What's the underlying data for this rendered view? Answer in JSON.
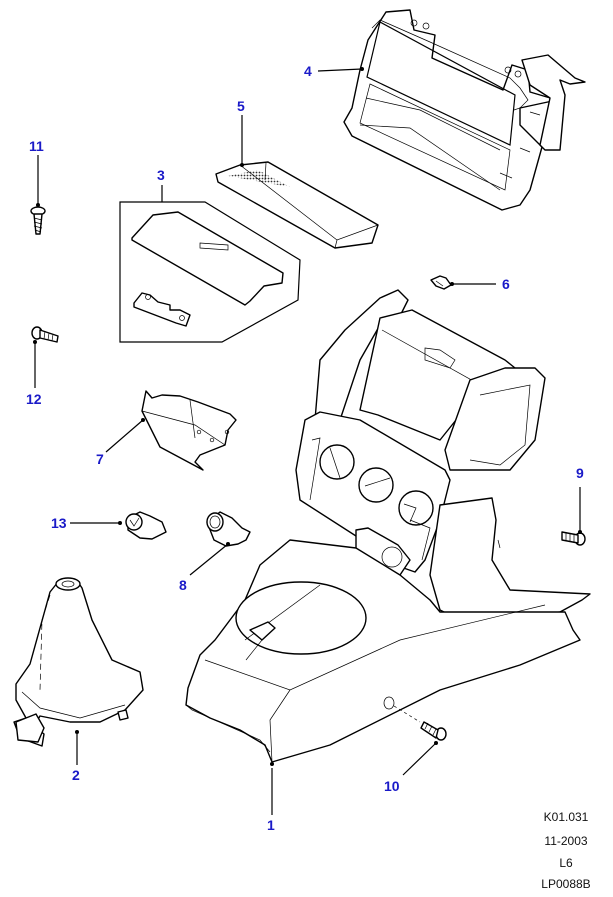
{
  "diagram": {
    "title": "Console exploded view",
    "callouts": [
      {
        "id": "1",
        "label": "1",
        "part": "console-body"
      },
      {
        "id": "2",
        "label": "2",
        "part": "gear-lever-gaiter"
      },
      {
        "id": "3",
        "label": "3",
        "part": "lid-with-hinge"
      },
      {
        "id": "4",
        "label": "4",
        "part": "stowage-housing"
      },
      {
        "id": "5",
        "label": "5",
        "part": "stowage-tray-mat"
      },
      {
        "id": "6",
        "label": "6",
        "part": "clip"
      },
      {
        "id": "7",
        "label": "7",
        "part": "ashtray"
      },
      {
        "id": "8",
        "label": "8",
        "part": "socket"
      },
      {
        "id": "9",
        "label": "9",
        "part": "screw"
      },
      {
        "id": "10",
        "label": "10",
        "part": "screw"
      },
      {
        "id": "11",
        "label": "11",
        "part": "screw"
      },
      {
        "id": "12",
        "label": "12",
        "part": "screw"
      },
      {
        "id": "13",
        "label": "13",
        "part": "cigar-lighter"
      }
    ]
  },
  "reference": {
    "code": "K01.031",
    "date": "11-2003",
    "model": "L6",
    "illustration": "LP0088B"
  }
}
